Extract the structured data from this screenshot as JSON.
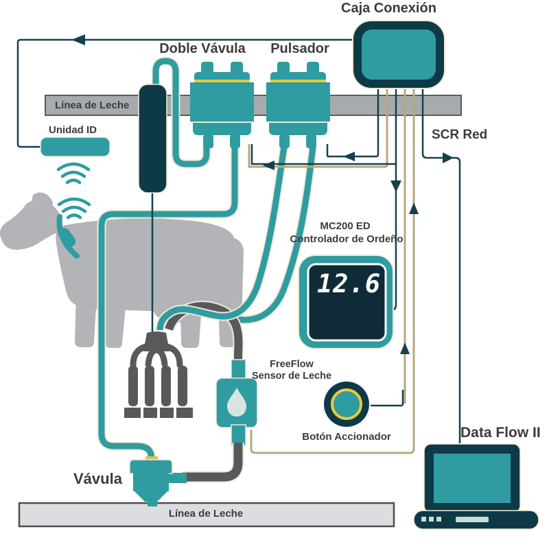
{
  "diagram": {
    "title": "Milking system diagram (SCR)",
    "labels": {
      "caja_conexion": "Caja Conexión",
      "doble_vavula": "Doble Vávula",
      "pulsador": "Pulsador",
      "linea_de_leche_top": "Línea de Leche",
      "unidad_id": "Unidad ID",
      "scr_red": "SCR Red",
      "mc200_line1": "MC200 ED",
      "mc200_line2": "Controlador de Ordeño",
      "display_value": "12.6",
      "freeflow_line1": "FreeFlow",
      "freeflow_line2": "Sensor de Leche",
      "boton_accionador": "Botón Accionador",
      "data_flow": "Data Flow II",
      "vavula": "Vávula",
      "linea_de_leche_bottom": "Línea de Leche"
    },
    "colors": {
      "teal": "#2E9CA0",
      "navy": "#0E3A47",
      "line_navy": "#16404D",
      "line_tan": "#B5A87E",
      "gray_bar": "#A8ABAD",
      "light_bar": "#DCDDE1",
      "cow_gray": "#B2B4B7",
      "equipment_gray": "#58595B",
      "yellow": "#E9C93C",
      "milk_white": "#D6E5E0",
      "text": "#3B3B3D",
      "cream_outline": "#F0E9D4"
    }
  }
}
